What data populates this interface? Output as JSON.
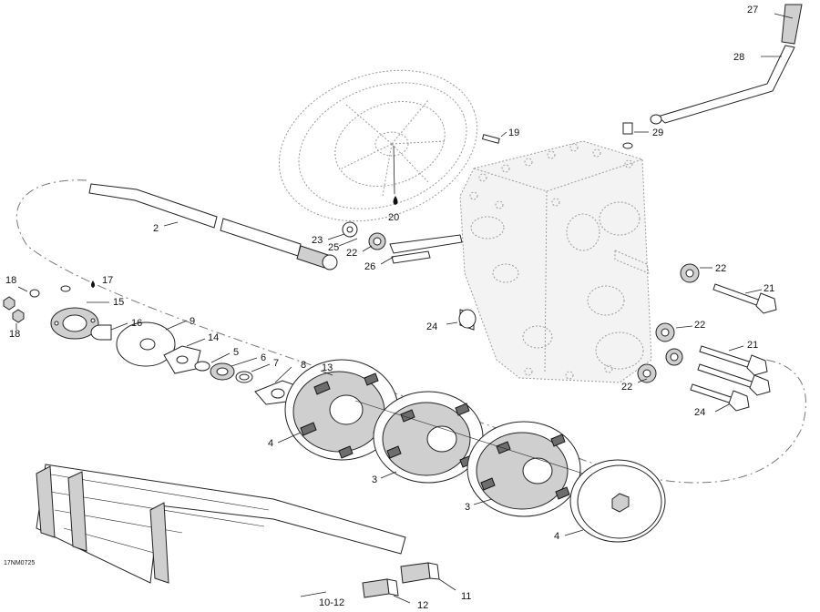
{
  "diagram_code": "17NM0725",
  "callouts": {
    "c27": "27",
    "c28": "28",
    "c29": "29",
    "c19": "19",
    "c20": "20",
    "c2": "2",
    "c23": "23",
    "c25": "25",
    "c22a": "22",
    "c26": "26",
    "c18a": "18",
    "c17": "17",
    "c15": "15",
    "c18b": "18",
    "c16": "16",
    "c9": "9",
    "c14": "14",
    "c5": "5",
    "c6": "6",
    "c7": "7",
    "c8": "8",
    "c13": "13",
    "c22b": "22",
    "c21a": "21",
    "c24a": "24",
    "c22c": "22",
    "c21b": "21",
    "c22d": "22",
    "c24b": "24",
    "c4a": "4",
    "c3a": "3",
    "c3b": "3",
    "c4b": "4",
    "c1012": "10-12",
    "c11": "11",
    "c12": "12"
  },
  "lube_symbol_callouts": [
    "17",
    "20"
  ]
}
